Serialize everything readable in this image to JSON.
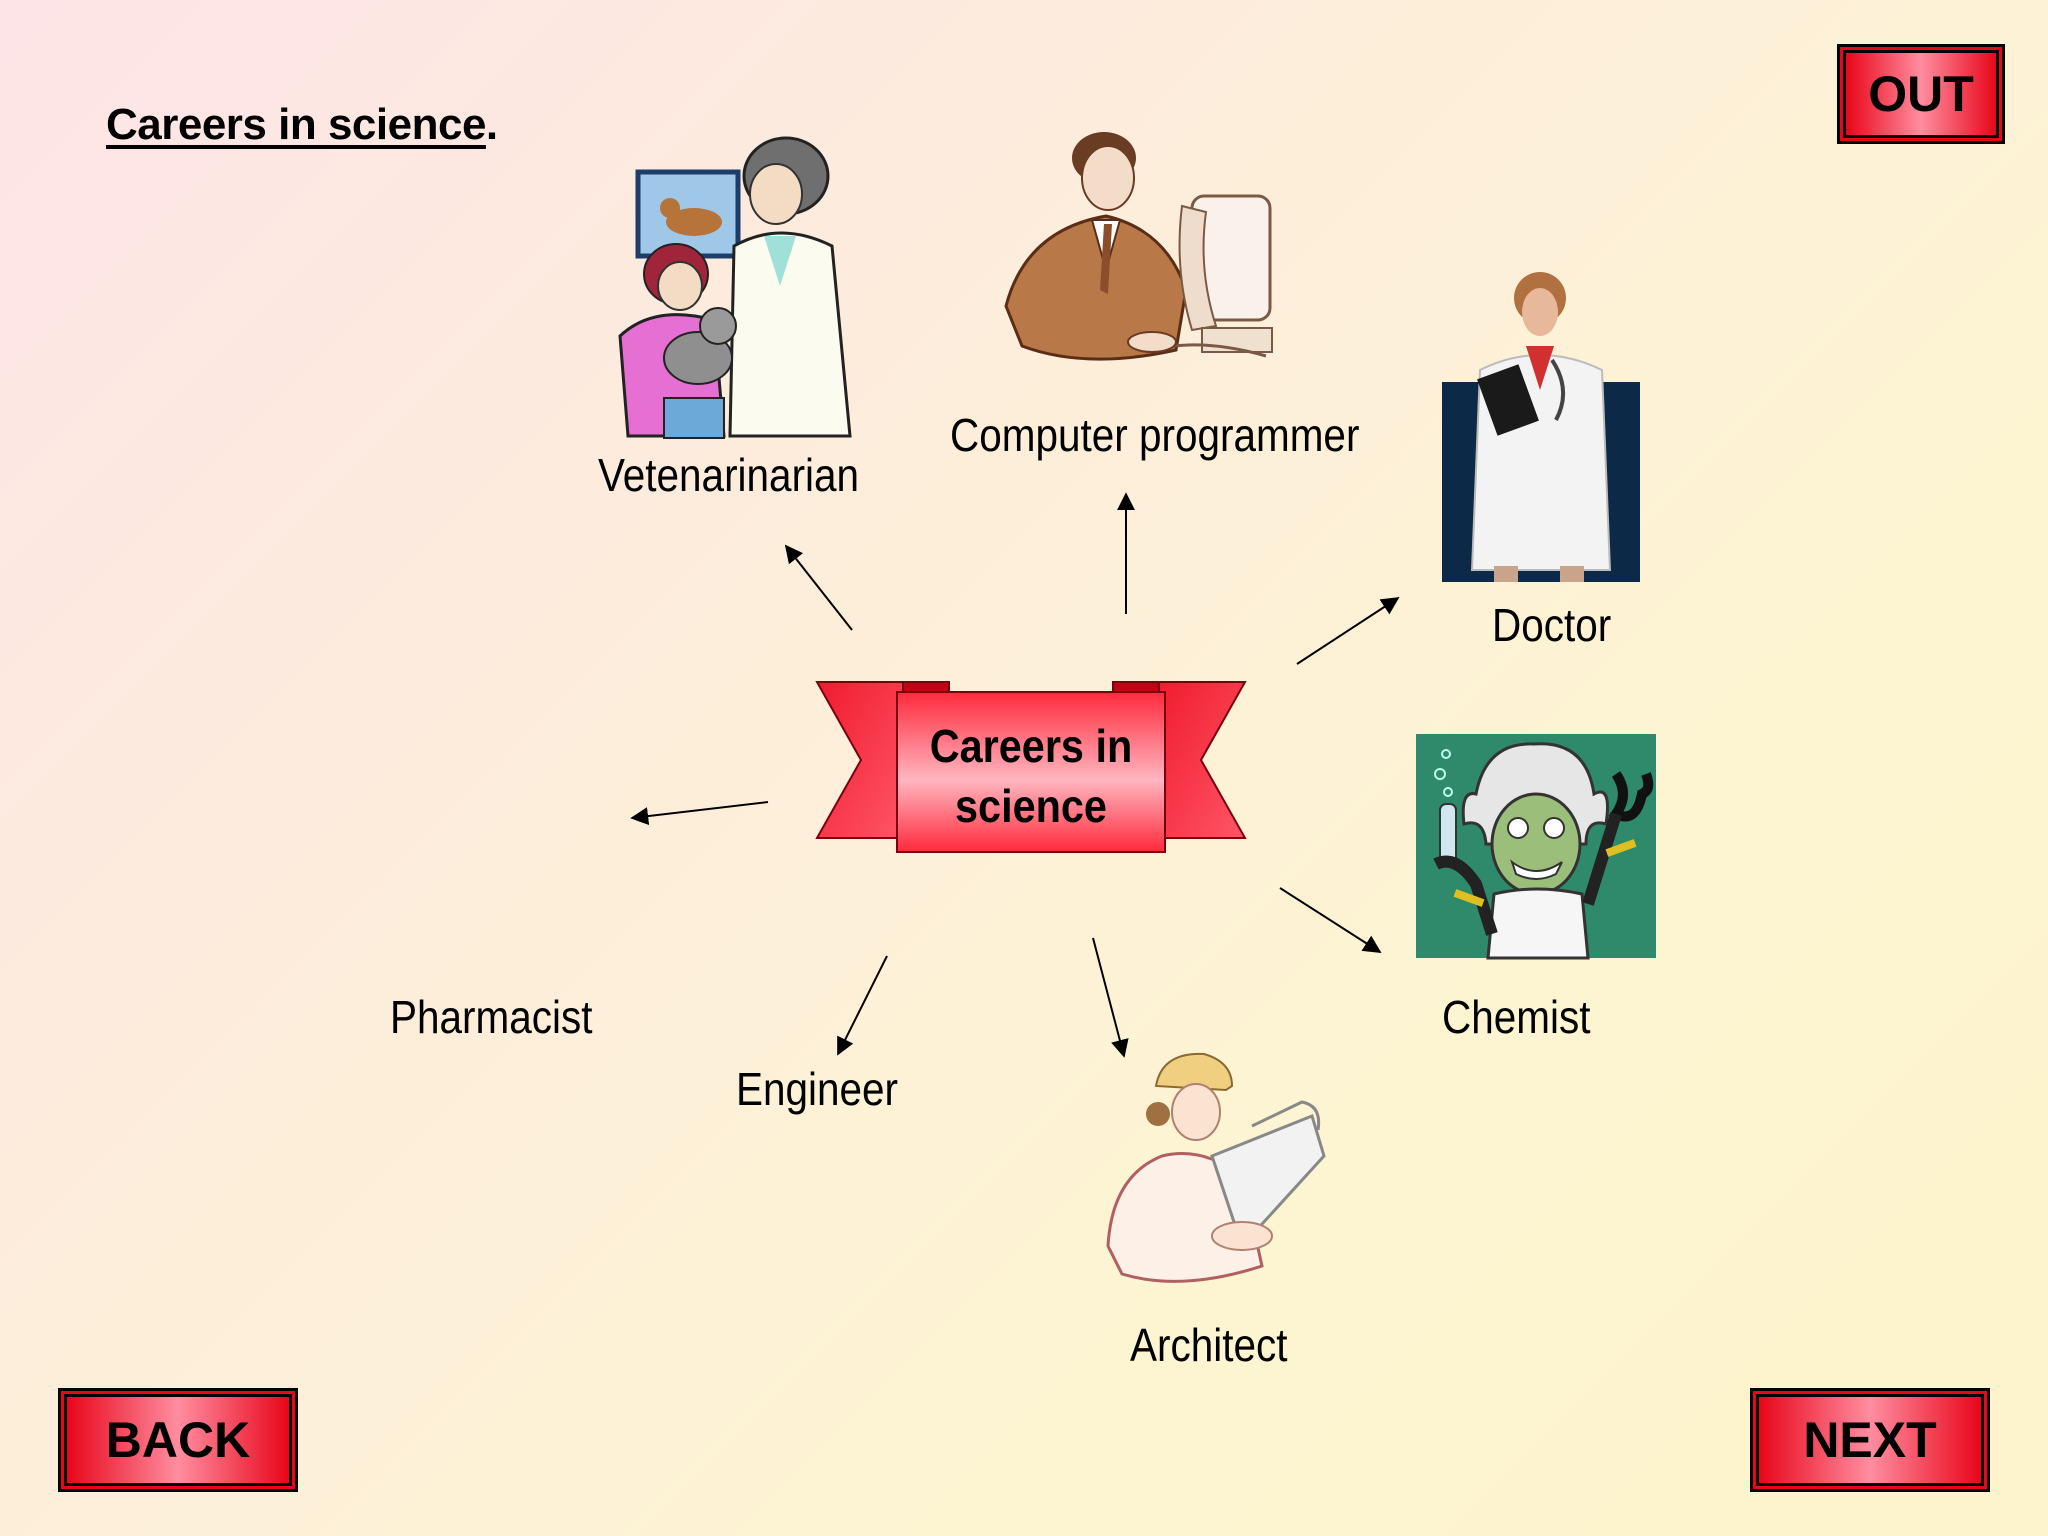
{
  "page": {
    "title": "Careers in science",
    "title_suffix": "."
  },
  "nav": {
    "out_label": "OUT",
    "back_label": "BACK",
    "next_label": "NEXT"
  },
  "center": {
    "line1": "Careers in",
    "line2": "science"
  },
  "careers": {
    "veterinarian": "Vetenarinarian",
    "programmer": "Computer programmer",
    "doctor": "Doctor",
    "chemist": "Chemist",
    "architect": "Architect",
    "engineer": "Engineer",
    "pharmacist": "Pharmacist"
  },
  "colors": {
    "accent_red": "#e8061a",
    "doctor_bg": "#0c2a47",
    "chemist_bg": "#2e8a6a"
  }
}
